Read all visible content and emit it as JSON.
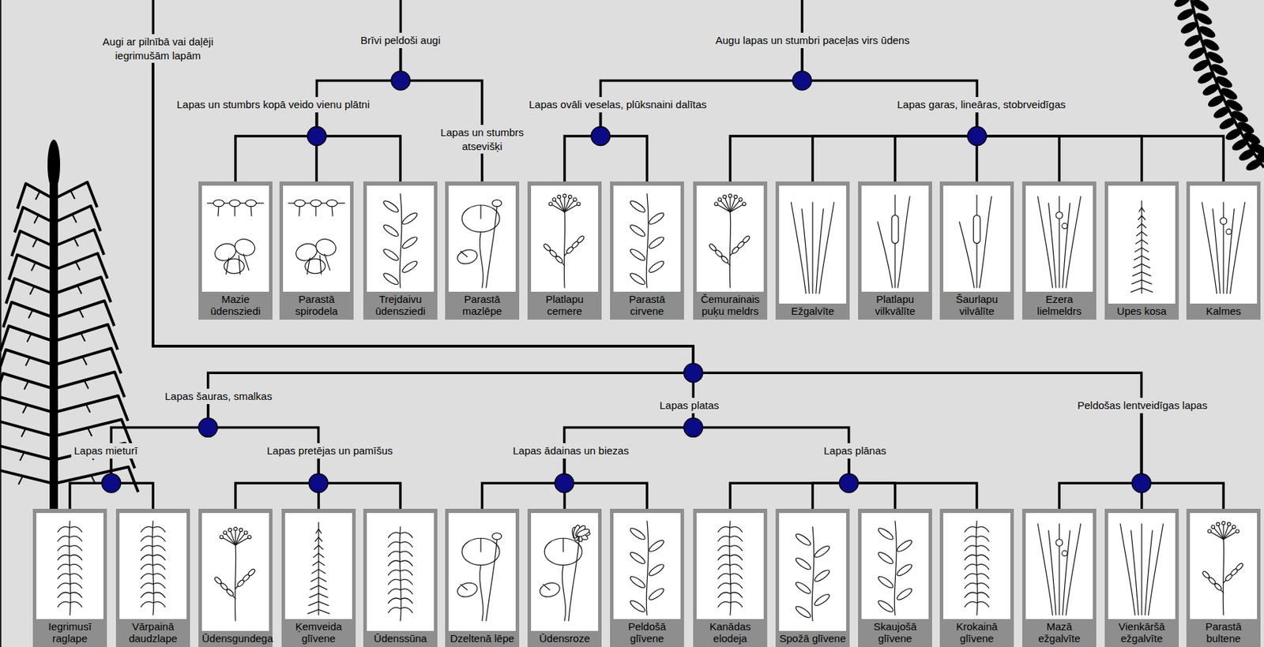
{
  "diagram": {
    "nodes": [
      {
        "text": [
          "Augi ar pilnībā vai daļēji iegrimušām lapām"
        ]
      },
      {
        "text": [
          "Brīvi peldoši augi"
        ]
      },
      {
        "text": [
          "Augu lapas un stumbri paceļas virs ūdens"
        ]
      },
      {
        "text": [
          "Lapas un stumbrs kopā veido vienu plātni"
        ]
      },
      {
        "text": [
          "Lapas un stumbrs atsevišķi"
        ]
      },
      {
        "text": [
          "Lapas ovāli veselas, plūksnaini dalītas"
        ]
      },
      {
        "text": [
          "Lapas garas, lineāras, stobrveidīgas"
        ]
      },
      {
        "text": [
          "Mazie ūdensziedi"
        ]
      },
      {
        "text": [
          "Parastā spirodela"
        ]
      },
      {
        "text": [
          "Trejdaivu ūdensziedi"
        ]
      },
      {
        "text": [
          "Parastā mazlēpe"
        ]
      },
      {
        "text": [
          "Platlapu cemere"
        ]
      },
      {
        "text": [
          "Parastā cirvene"
        ]
      },
      {
        "text": [
          "Čemurainais puķu meldrs"
        ]
      },
      {
        "text": [
          "Ežgalvīte"
        ]
      },
      {
        "text": [
          "Platlapu vilkvālīte"
        ]
      },
      {
        "text": [
          "Šaurlapu vilvālīte"
        ]
      },
      {
        "text": [
          "Ezera lielmeldrs"
        ]
      },
      {
        "text": [
          "Upes kosa"
        ]
      },
      {
        "text": [
          "Kalmes"
        ]
      },
      {
        "text": [
          "Lapas šauras, smalkas"
        ]
      },
      {
        "text": [
          "Lapas platas"
        ]
      },
      {
        "text": [
          "Peldošas lentveidīgas lapas"
        ]
      },
      {
        "text": [
          "Lapas mieturī"
        ]
      },
      {
        "text": [
          "Lapas pretējas un pamīšus"
        ]
      },
      {
        "text": [
          "Lapas ādainas un biezas"
        ]
      },
      {
        "text": [
          "Lapas plānas"
        ]
      },
      {
        "text": [
          "Iegrimusī raglape"
        ]
      },
      {
        "text": [
          "Vārpainā daudzlape"
        ]
      },
      {
        "text": [
          "Ūdensgundega"
        ]
      },
      {
        "text": [
          "Ķemveida glīvene"
        ]
      },
      {
        "text": [
          "Ūdenssūna"
        ]
      },
      {
        "text": [
          "Dzeltenā lēpe"
        ]
      },
      {
        "text": [
          "Ūdensroze"
        ]
      },
      {
        "text": [
          "Peldošā glīvene"
        ]
      },
      {
        "text": [
          "Kanādas elodeja"
        ]
      },
      {
        "text": [
          "Spožā glīvene"
        ]
      },
      {
        "text": [
          "Skaujošā glīvene"
        ]
      },
      {
        "text": [
          "Krokainā glīvene"
        ]
      },
      {
        "text": [
          "Mazā ežgalvīte"
        ]
      },
      {
        "text": [
          "Vienkāršā ežgalvīte"
        ]
      },
      {
        "text": [
          "Parastā bultene"
        ]
      }
    ],
    "edges": [
      {
        "from": 1,
        "to": 3,
        "arrow": "none"
      },
      {
        "from": 1,
        "to": 4,
        "arrow": "none"
      },
      {
        "from": 3,
        "to": 7,
        "arrow": "none"
      },
      {
        "from": 3,
        "to": 8,
        "arrow": "none"
      },
      {
        "from": 3,
        "to": 9,
        "arrow": "none"
      },
      {
        "from": 4,
        "to": 10,
        "arrow": "none"
      },
      {
        "from": 2,
        "to": 5,
        "arrow": "none"
      },
      {
        "from": 2,
        "to": 6,
        "arrow": "none"
      },
      {
        "from": 5,
        "to": 11,
        "arrow": "none"
      },
      {
        "from": 5,
        "to": 12,
        "arrow": "none"
      },
      {
        "from": 6,
        "to": 13,
        "arrow": "none"
      },
      {
        "from": 6,
        "to": 14,
        "arrow": "none"
      },
      {
        "from": 6,
        "to": 15,
        "arrow": "none"
      },
      {
        "from": 6,
        "to": 16,
        "arrow": "none"
      },
      {
        "from": 6,
        "to": 17,
        "arrow": "none"
      },
      {
        "from": 6,
        "to": 18,
        "arrow": "none"
      },
      {
        "from": 6,
        "to": 19,
        "arrow": "none"
      },
      {
        "from": 0,
        "to": 20,
        "arrow": "none"
      },
      {
        "from": 0,
        "to": 21,
        "arrow": "none"
      },
      {
        "from": 0,
        "to": 22,
        "arrow": "none"
      },
      {
        "from": 20,
        "to": 23,
        "arrow": "none"
      },
      {
        "from": 20,
        "to": 24,
        "arrow": "none"
      },
      {
        "from": 23,
        "to": 27,
        "arrow": "none"
      },
      {
        "from": 23,
        "to": 28,
        "arrow": "none"
      },
      {
        "from": 24,
        "to": 29,
        "arrow": "none"
      },
      {
        "from": 24,
        "to": 30,
        "arrow": "none"
      },
      {
        "from": 24,
        "to": 31,
        "arrow": "none"
      },
      {
        "from": 21,
        "to": 25,
        "arrow": "none"
      },
      {
        "from": 21,
        "to": 26,
        "arrow": "none"
      },
      {
        "from": 25,
        "to": 32,
        "arrow": "none"
      },
      {
        "from": 25,
        "to": 33,
        "arrow": "none"
      },
      {
        "from": 25,
        "to": 34,
        "arrow": "none"
      },
      {
        "from": 26,
        "to": 35,
        "arrow": "none"
      },
      {
        "from": 26,
        "to": 36,
        "arrow": "none"
      },
      {
        "from": 26,
        "to": 37,
        "arrow": "none"
      },
      {
        "from": 26,
        "to": 38,
        "arrow": "none"
      },
      {
        "from": 22,
        "to": 39,
        "arrow": "none"
      },
      {
        "from": 22,
        "to": 40,
        "arrow": "none"
      },
      {
        "from": 22,
        "to": 41,
        "arrow": "none"
      }
    ]
  }
}
